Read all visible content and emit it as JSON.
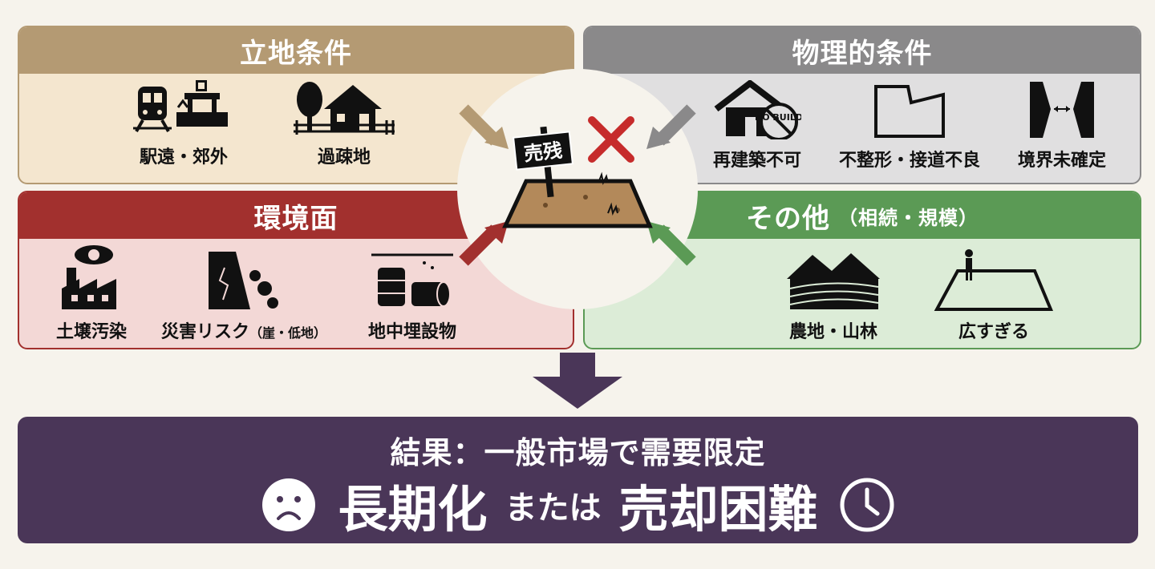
{
  "panels": {
    "location": {
      "title": "立地条件",
      "items": [
        "駅遠・郊外",
        "過疎地"
      ]
    },
    "physical": {
      "title": "物理的条件",
      "items": [
        "再建築不可",
        "不整形・接道不良",
        "境界未確定"
      ]
    },
    "environment": {
      "title": "環境面",
      "items": [
        "土壌汚染",
        "災害リスク",
        "（崖・低地）",
        "地中埋設物"
      ]
    },
    "other": {
      "title": "その他",
      "subtitle": "（相続・規模）",
      "items": [
        "農地・山林",
        "広すぎる"
      ]
    }
  },
  "center": {
    "sign_label": "売残",
    "no_build_text": "NO BUILD"
  },
  "result": {
    "title": "結果：一般市場で需要限定",
    "term1": "長期化",
    "connector": "または",
    "term2": "売却困難"
  },
  "colors": {
    "location": "#b49a73",
    "physical": "#8a898a",
    "environment": "#a2302e",
    "other": "#5b9a55",
    "result_bg": "#4a3658",
    "cross": "#c62b2b"
  },
  "icons": [
    "train-icon",
    "station-icon",
    "tree-icon",
    "house-icon",
    "no-build-house-icon",
    "irregular-land-icon",
    "boundary-icon",
    "factory-icon",
    "skull-icon",
    "cliff-icon",
    "barrel-icon",
    "farmland-icon",
    "person-icon",
    "wide-land-icon",
    "sad-face-icon",
    "clock-icon"
  ]
}
